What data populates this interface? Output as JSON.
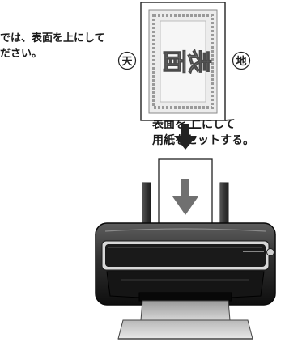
{
  "note_lines": [
    "では、表面を上にして",
    "ださい。"
  ],
  "orientation": {
    "top": "天",
    "bottom": "地"
  },
  "paper": {
    "label_line1": "表",
    "label_line2": "面"
  },
  "instruction": {
    "line1_pre": "表面を",
    "line1_emph": "上",
    "line1_post": "にして",
    "line2": "用紙をセットする。"
  }
}
